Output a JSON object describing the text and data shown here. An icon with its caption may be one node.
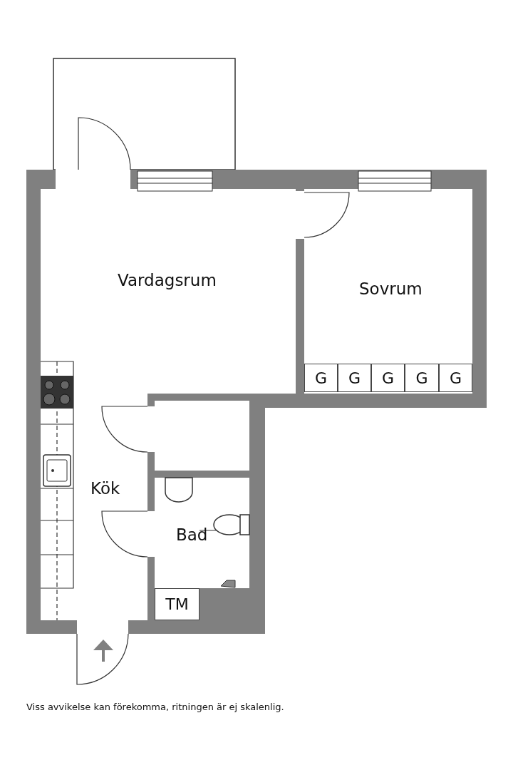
{
  "diagram": {
    "caption": "Viss avvikelse kan förekomma, ritningen är ej skalenlig.",
    "nodes": [
      {
        "text": [
          "Vardagsrum"
        ]
      },
      {
        "text": [
          "Sovrum"
        ]
      },
      {
        "text": [
          "G"
        ],
        "in": 1
      },
      {
        "text": [
          "G"
        ],
        "in": 1
      },
      {
        "text": [
          "G"
        ],
        "in": 1
      },
      {
        "text": [
          "G"
        ],
        "in": 1
      },
      {
        "text": [
          "G"
        ],
        "in": 1
      },
      {
        "text": [
          "Kök"
        ]
      },
      {
        "text": [
          "Bad"
        ]
      },
      {
        "text": [
          "TM"
        ]
      }
    ],
    "edges": []
  }
}
